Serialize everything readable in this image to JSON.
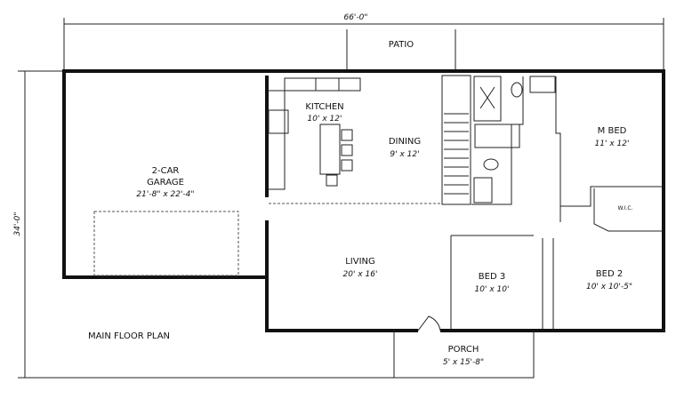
{
  "dimensions": {
    "overall_width": "66'-0\"",
    "overall_depth": "34'-0\""
  },
  "title": "MAIN FLOOR PLAN",
  "rooms": {
    "patio": {
      "name": "PATIO"
    },
    "garage": {
      "name_line1": "2-CAR",
      "name_line2": "GARAGE",
      "size": "21'-8\" x 22'-4\""
    },
    "kitchen": {
      "name": "KITCHEN",
      "size": "10' x 12'"
    },
    "dining": {
      "name": "DINING",
      "size": "9' x 12'"
    },
    "living": {
      "name": "LIVING",
      "size": "20' x 16'"
    },
    "master": {
      "name": "M BED",
      "size": "11' x 12'"
    },
    "wic": {
      "name": "W.I.C."
    },
    "bed3": {
      "name": "BED 3",
      "size": "10' x 10'"
    },
    "bed2": {
      "name": "BED 2",
      "size": "10' x 10'-5\""
    },
    "porch": {
      "name": "PORCH",
      "size": "5' x 15'-8\""
    }
  }
}
